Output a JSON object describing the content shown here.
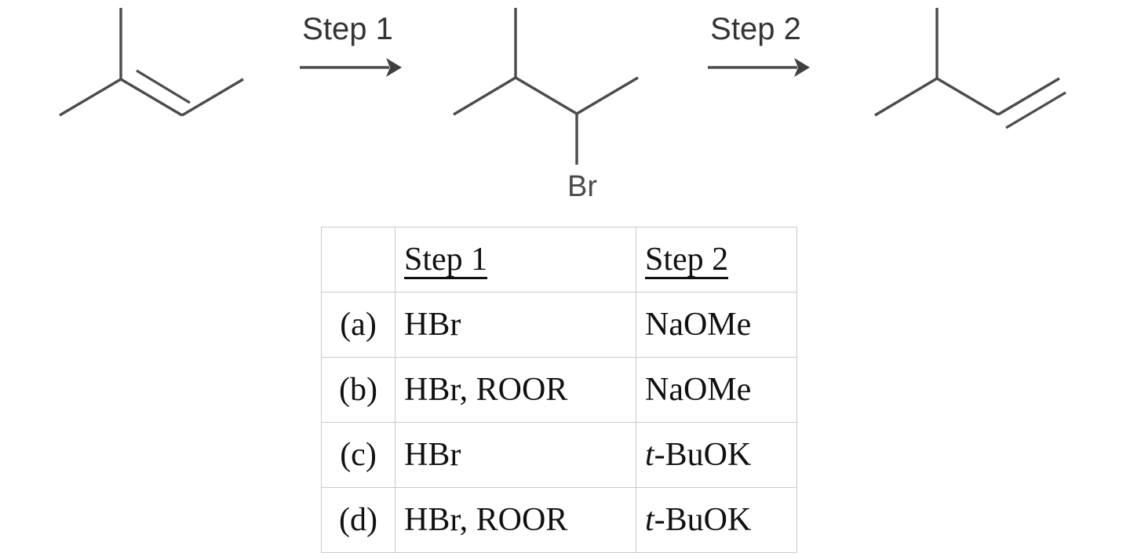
{
  "scheme": {
    "arrow_labels": [
      {
        "text": "Step 1"
      },
      {
        "text": "Step 2"
      }
    ],
    "molecules": [
      {
        "name": "2-methyl-2-butene",
        "atom_labels": []
      },
      {
        "name": "2-bromo-3-methylbutane",
        "atom_labels": [
          {
            "text": "Br"
          }
        ]
      },
      {
        "name": "3-methyl-1-butene",
        "atom_labels": []
      }
    ],
    "bond_color": "#4b4b4b",
    "label_color": "#4a4a4a"
  },
  "table": {
    "headers": [
      "",
      "Step 1",
      "Step 2"
    ],
    "rows": [
      {
        "key": "(a)",
        "step1": "HBr",
        "step2_italic": "",
        "step2": "NaOMe"
      },
      {
        "key": "(b)",
        "step1": "HBr, ROOR",
        "step2_italic": "",
        "step2": "NaOMe"
      },
      {
        "key": "(c)",
        "step1": "HBr",
        "step2_italic": "t",
        "step2": "-BuOK"
      },
      {
        "key": "(d)",
        "step1": "HBr, ROOR",
        "step2_italic": "t",
        "step2": "-BuOK"
      }
    ],
    "border_color": "#c9c9c9",
    "text_color": "#111111"
  }
}
